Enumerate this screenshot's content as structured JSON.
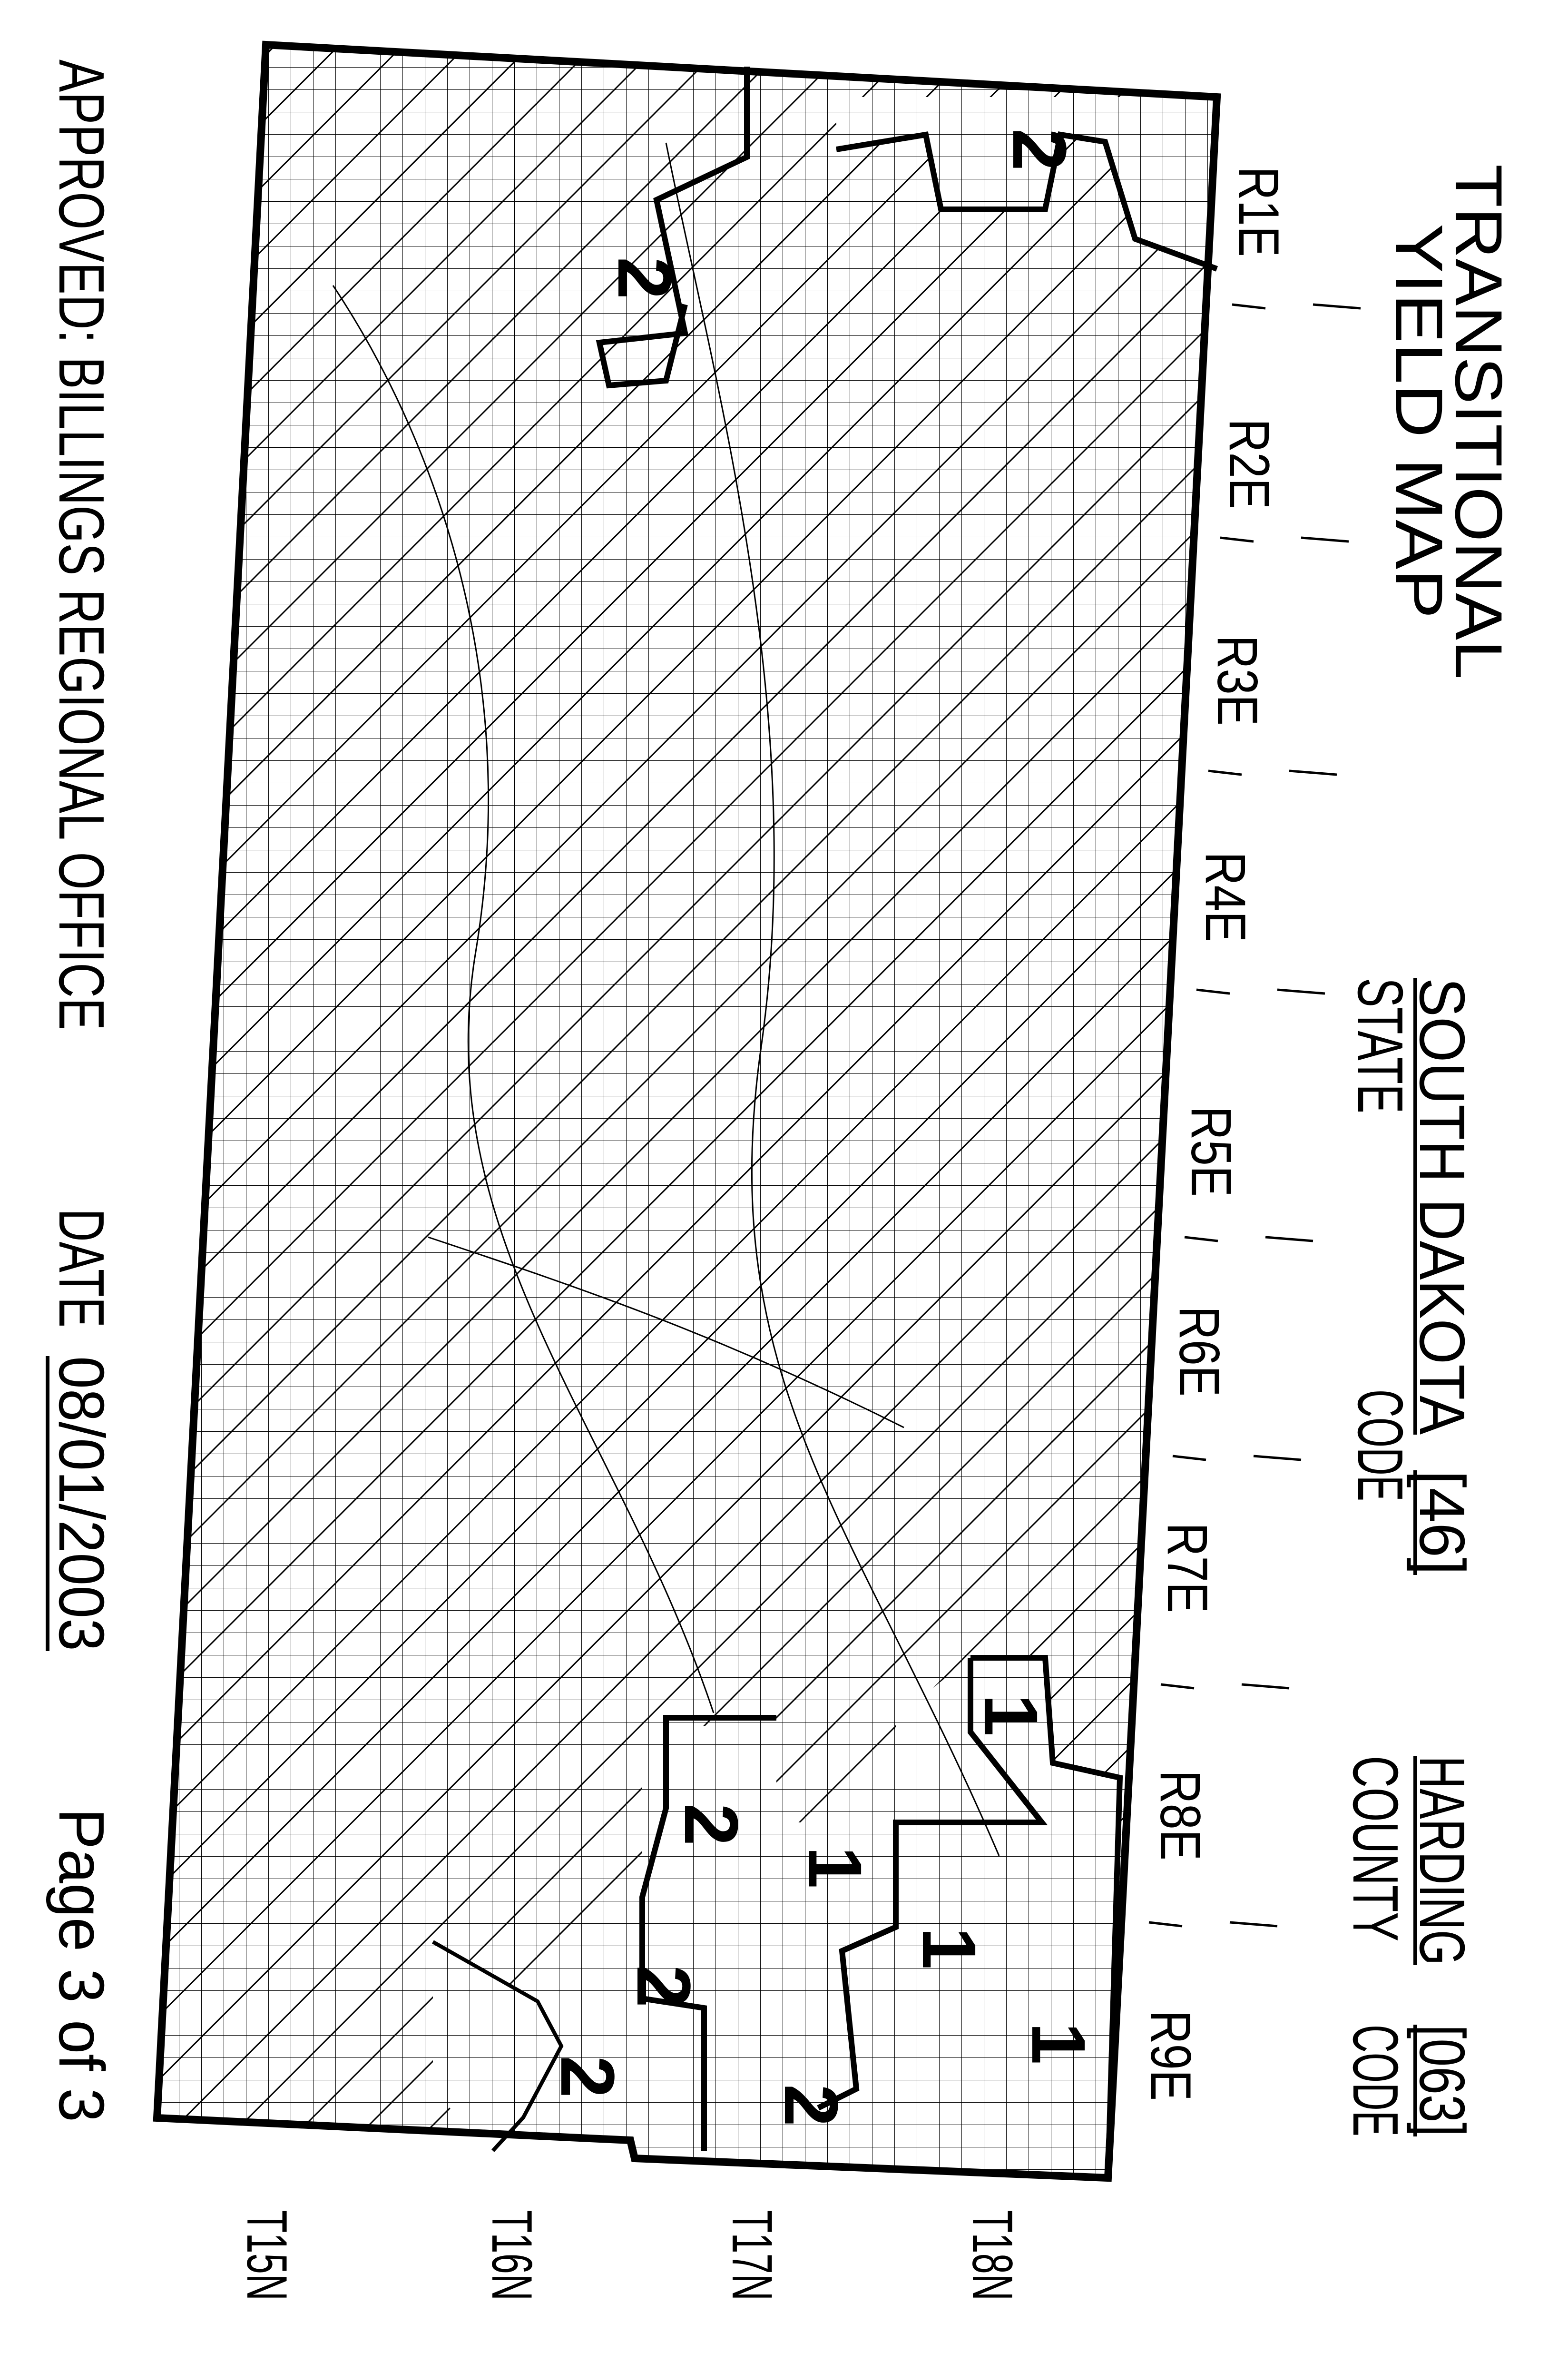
{
  "title": {
    "line1": "TRANSITIONAL",
    "line2": "YIELD MAP"
  },
  "state": {
    "name": "SOUTH DAKOTA",
    "name_label": "STATE",
    "code": "[46]",
    "code_label": "CODE"
  },
  "county": {
    "name": "HARDING",
    "name_label": "COUNTY",
    "code": "[063]",
    "code_label": "CODE"
  },
  "ranges": [
    "R1E",
    "R2E",
    "R3E",
    "R4E",
    "R5E",
    "R6E",
    "R7E",
    "R8E",
    "R9E"
  ],
  "townships": [
    "T18N",
    "T17N",
    "T16N",
    "T15N"
  ],
  "zone_labels": [
    "2",
    "2",
    "1",
    "1",
    "2",
    "1",
    "1",
    "2",
    "2",
    "2"
  ],
  "footer": {
    "approved": "APPROVED: BILLINGS REGIONAL OFFICE",
    "date_label": "DATE",
    "date": "08/01/2003",
    "page": "Page 3 of 3"
  },
  "colors": {
    "ink": "#000000",
    "paper": "#ffffff"
  }
}
